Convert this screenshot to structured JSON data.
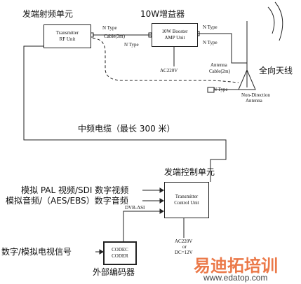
{
  "labels": {
    "rf_unit_title": "发端射频单元",
    "amp_title": "10W增益器",
    "antenna_title": "全向天线",
    "if_cable": "中频电缆（最长 300 米）",
    "control_unit_title": "发端控制单元",
    "video_input": "模拟 PAL 视频/SDI 数字视频",
    "audio_input": "模拟音频/（AES/EBS）数字音频",
    "tv_signal_input": "数字/模拟电视信号",
    "external_encoder": "外部编码器"
  },
  "boxes": {
    "transmitter_rf": [
      "Transmitter",
      "RF Unit"
    ],
    "booster_amp": [
      "10W Booster",
      "AMP Unit"
    ],
    "control_unit": [
      "Transmitter",
      "Control Unit"
    ],
    "codec": [
      "CODEC",
      "CODER"
    ]
  },
  "connector_labels": {
    "n_type_1": "N Type",
    "n_type_2": "N Type",
    "n_type_3": "N Type",
    "n_type_4": "N Type",
    "n_type_5": "N Type",
    "cable_3m": "Cable(3m)",
    "antenna_cable_1": "Antenna",
    "antenna_cable_2": "Cable(2m)",
    "power_amp": "AC220V",
    "non_direction_1": "Non-Direction",
    "non_direction_2": "Antenna",
    "dvb_asi": "DVB-ASI",
    "power_ctrl_1": "AC220V",
    "power_ctrl_2": "or",
    "power_ctrl_3": "DC=12V"
  },
  "watermark": {
    "brand": "易迪拓培训",
    "url": "www.edatop.com",
    "brand_color": "#e8622a",
    "url_color": "#444444"
  }
}
